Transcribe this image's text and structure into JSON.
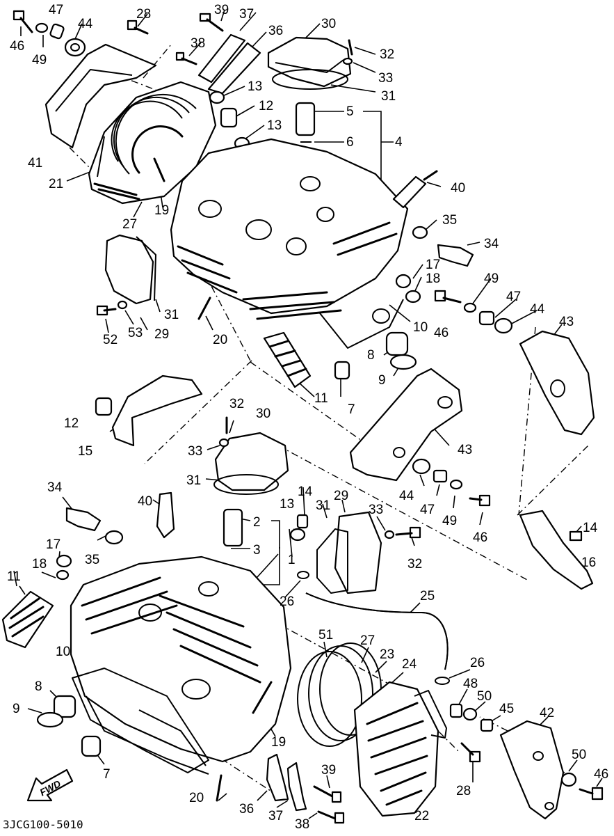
{
  "diagram": {
    "code": "3JCG100-5010",
    "fwd_label": "FWD",
    "labels": [
      "1",
      "2",
      "3",
      "4",
      "5",
      "6",
      "7",
      "8",
      "9",
      "10",
      "11",
      "12",
      "13",
      "14",
      "15",
      "16",
      "17",
      "18",
      "19",
      "20",
      "21",
      "22",
      "23",
      "24",
      "25",
      "26",
      "27",
      "28",
      "29",
      "30",
      "31",
      "32",
      "33",
      "34",
      "35",
      "36",
      "37",
      "38",
      "39",
      "40",
      "41",
      "42",
      "43",
      "44",
      "45",
      "46",
      "47",
      "48",
      "49",
      "50",
      "51",
      "52",
      "53"
    ]
  }
}
